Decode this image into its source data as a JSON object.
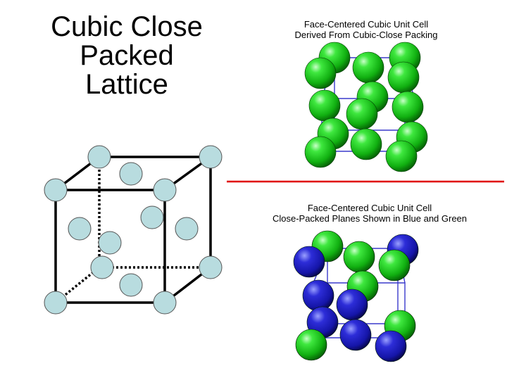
{
  "title": {
    "line1": "Cubic Close",
    "line2": "Packed",
    "line3": "Lattice"
  },
  "captions": {
    "top": {
      "line1": "Face-Centered Cubic Unit Cell",
      "line2": "Derived From Cubic-Close Packing"
    },
    "bottom": {
      "line1": "Face-Centered Cubic Unit Cell",
      "line2": "Close-Packed Planes Shown in Blue and Green"
    }
  },
  "colors": {
    "atom_fill": "#b8dcdf",
    "green_sphere": "#16c216",
    "blue_sphere": "#2020c8",
    "divider": "#e00000",
    "cell_edges": "#3a3acc"
  }
}
